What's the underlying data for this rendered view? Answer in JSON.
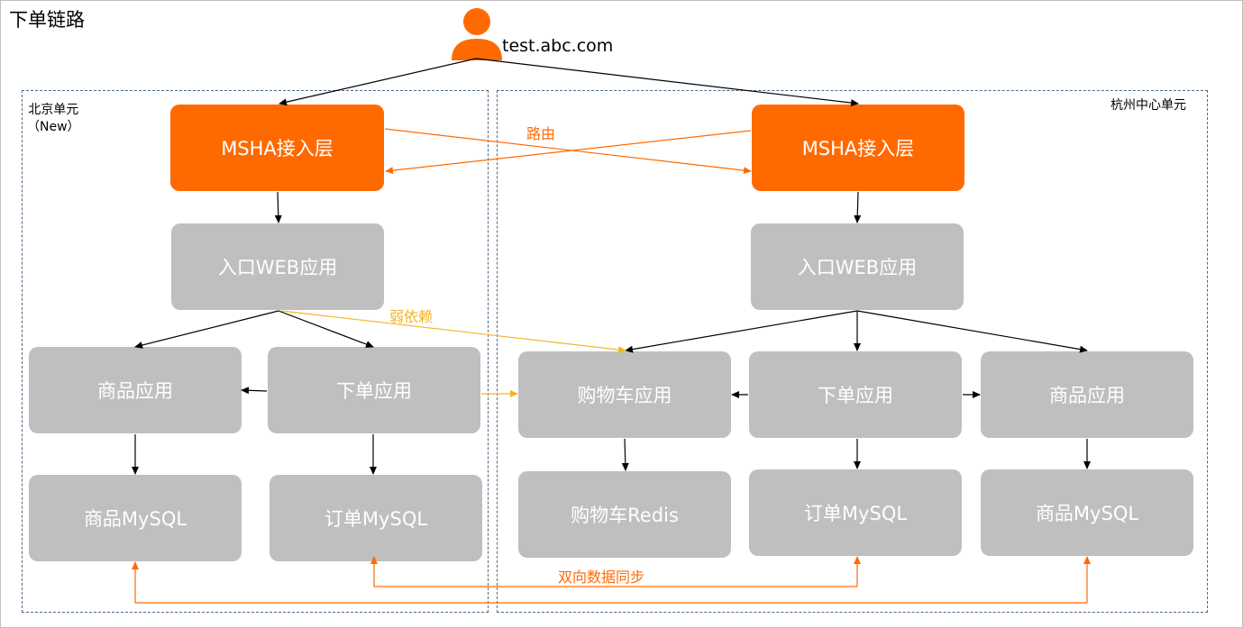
{
  "diagram": {
    "title": "下单链路",
    "user_label": "test.abc.com",
    "regions": {
      "beijing": {
        "label_line1": "北京单元",
        "label_line2": "（New）"
      },
      "hangzhou": {
        "label": "杭州中心单元"
      }
    },
    "colors": {
      "accent": "#ff6a00",
      "node": "#bfbfbf",
      "weak": "#f5b324",
      "region_border": "#4a6a8a"
    },
    "icons": {
      "user": "user-icon"
    },
    "beijing_nodes": {
      "msha": "MSHA接入层",
      "web": "入口WEB应用",
      "product_app": "商品应用",
      "order_app": "下单应用",
      "product_db": "商品MySQL",
      "order_db": "订单MySQL"
    },
    "hangzhou_nodes": {
      "msha": "MSHA接入层",
      "web": "入口WEB应用",
      "cart_app": "购物车应用",
      "order_app": "下单应用",
      "product_app": "商品应用",
      "cart_db": "购物车Redis",
      "order_db": "订单MySQL",
      "product_db": "商品MySQL"
    },
    "edge_labels": {
      "route": "路由",
      "weak_dependency": "弱依赖",
      "bidirectional_sync": "双向数据同步"
    }
  }
}
